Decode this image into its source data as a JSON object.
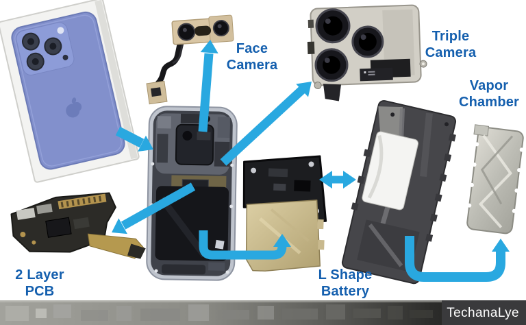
{
  "labels": {
    "face_camera": "Face Camera",
    "triple_camera": "Triple Camera",
    "vapor_chamber": "Vapor Chamber",
    "two_layer_pcb": "2 Layer PCB",
    "l_shape_battery": "L Shape Battery"
  },
  "watermark": {
    "text": "TechanaLye"
  },
  "colors": {
    "label_text": "#145fae",
    "arrow": "#29a8e0",
    "watermark_text": "#ffffff",
    "watermark_bg": "#3a3a3c",
    "background": "#ffffff"
  }
}
